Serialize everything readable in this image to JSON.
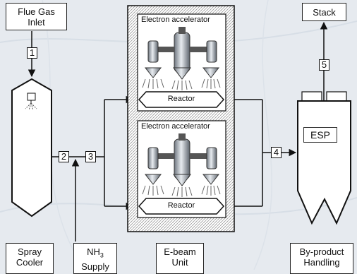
{
  "labels": {
    "flue_gas_line1": "Flue Gas",
    "flue_gas_line2": "Inlet",
    "stack": "Stack",
    "spray_line1": "Spray",
    "spray_line2": "Cooler",
    "nh3_base": "NH",
    "nh3_sub": "3",
    "nh3_line2": "Supply",
    "ebeam_line1": "E-beam",
    "ebeam_line2": "Unit",
    "byproduct_line1": "By-product",
    "byproduct_line2": "Handling"
  },
  "accelerator_top": "Electron accelerator",
  "accelerator_bottom": "Electron accelerator",
  "reactor_top": "Reactor",
  "reactor_bottom": "Reactor",
  "esp": "ESP",
  "step_numbers": {
    "n1": "1",
    "n2": "2",
    "n3": "3",
    "n4": "4",
    "n5": "5"
  },
  "colors": {
    "background": "#e6eaef",
    "line": "#111111",
    "frame_gray": "#c8c8c8",
    "equipment_gray": "#9aa0a8"
  },
  "icons": [
    "spray-nozzle-icon",
    "electron-accelerator-icon",
    "arrow-icon"
  ]
}
